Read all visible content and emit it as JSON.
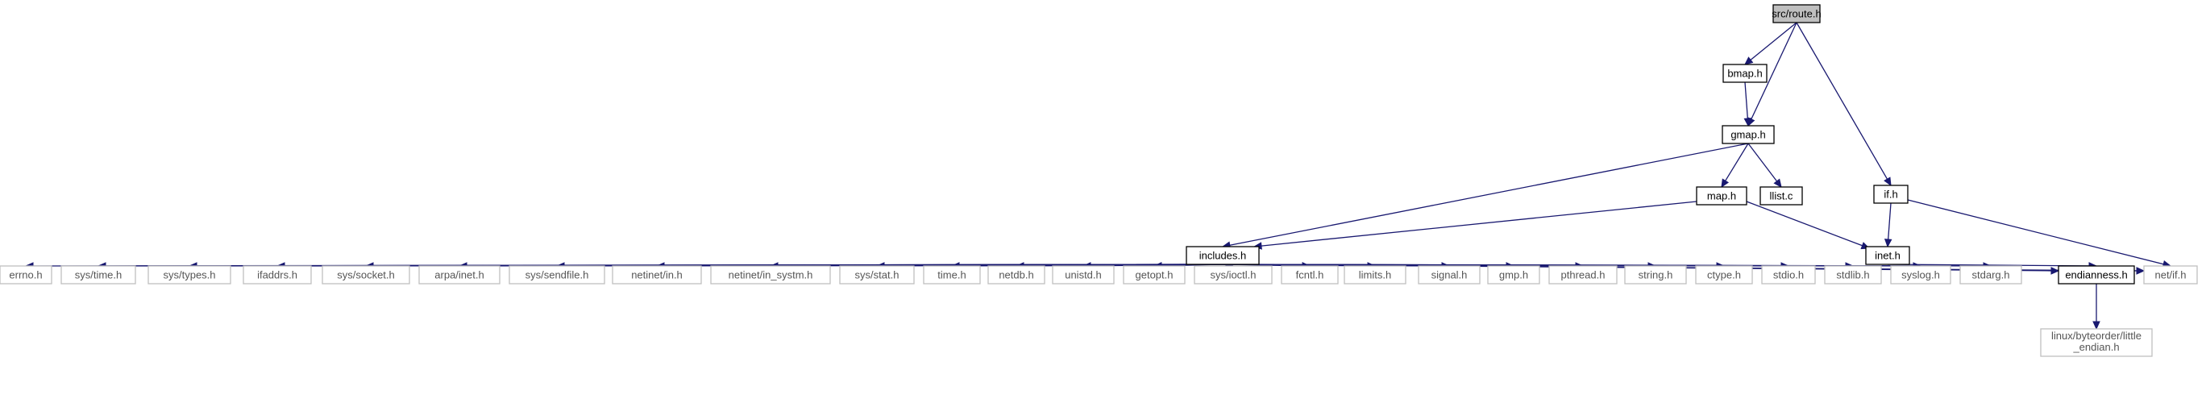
{
  "graph": {
    "edge_color": "#191970",
    "root_fill": "#bfbfbf",
    "nodes": [
      {
        "id": "route_h",
        "label": "src/route.h",
        "kind": "root"
      },
      {
        "id": "bmap_h",
        "label": "bmap.h",
        "kind": "normal"
      },
      {
        "id": "gmap_h",
        "label": "gmap.h",
        "kind": "normal"
      },
      {
        "id": "if_h",
        "label": "if.h",
        "kind": "normal"
      },
      {
        "id": "map_h",
        "label": "map.h",
        "kind": "normal"
      },
      {
        "id": "llist_c",
        "label": "llist.c",
        "kind": "normal"
      },
      {
        "id": "includes_h",
        "label": "includes.h",
        "kind": "normal"
      },
      {
        "id": "inet_h",
        "label": "inet.h",
        "kind": "normal"
      },
      {
        "id": "endianness_h",
        "label": "endianness.h",
        "kind": "normal"
      },
      {
        "id": "errno_h",
        "label": "errno.h",
        "kind": "leaf"
      },
      {
        "id": "sys_time_h",
        "label": "sys/time.h",
        "kind": "leaf"
      },
      {
        "id": "sys_types_h",
        "label": "sys/types.h",
        "kind": "leaf"
      },
      {
        "id": "ifaddrs_h",
        "label": "ifaddrs.h",
        "kind": "leaf"
      },
      {
        "id": "sys_socket_h",
        "label": "sys/socket.h",
        "kind": "leaf"
      },
      {
        "id": "arpa_inet_h",
        "label": "arpa/inet.h",
        "kind": "leaf"
      },
      {
        "id": "sys_sendfile_h",
        "label": "sys/sendfile.h",
        "kind": "leaf"
      },
      {
        "id": "netinet_in_h",
        "label": "netinet/in.h",
        "kind": "leaf"
      },
      {
        "id": "netinet_in_systm_h",
        "label": "netinet/in_systm.h",
        "kind": "leaf"
      },
      {
        "id": "sys_stat_h",
        "label": "sys/stat.h",
        "kind": "leaf"
      },
      {
        "id": "time_h",
        "label": "time.h",
        "kind": "leaf"
      },
      {
        "id": "netdb_h",
        "label": "netdb.h",
        "kind": "leaf"
      },
      {
        "id": "unistd_h",
        "label": "unistd.h",
        "kind": "leaf"
      },
      {
        "id": "getopt_h",
        "label": "getopt.h",
        "kind": "leaf"
      },
      {
        "id": "sys_ioctl_h",
        "label": "sys/ioctl.h",
        "kind": "leaf"
      },
      {
        "id": "fcntl_h",
        "label": "fcntl.h",
        "kind": "leaf"
      },
      {
        "id": "limits_h",
        "label": "limits.h",
        "kind": "leaf"
      },
      {
        "id": "signal_h",
        "label": "signal.h",
        "kind": "leaf"
      },
      {
        "id": "gmp_h",
        "label": "gmp.h",
        "kind": "leaf"
      },
      {
        "id": "pthread_h",
        "label": "pthread.h",
        "kind": "leaf"
      },
      {
        "id": "string_h",
        "label": "string.h",
        "kind": "leaf"
      },
      {
        "id": "ctype_h",
        "label": "ctype.h",
        "kind": "leaf"
      },
      {
        "id": "stdio_h",
        "label": "stdio.h",
        "kind": "leaf"
      },
      {
        "id": "stdlib_h",
        "label": "stdlib.h",
        "kind": "leaf"
      },
      {
        "id": "syslog_h",
        "label": "syslog.h",
        "kind": "leaf"
      },
      {
        "id": "stdarg_h",
        "label": "stdarg.h",
        "kind": "leaf"
      },
      {
        "id": "net_if_h",
        "label": "net/if.h",
        "kind": "leaf"
      },
      {
        "id": "linux_byteorder_h",
        "label": "linux/byteorder/little\n_endian.h",
        "kind": "leaf"
      }
    ],
    "edges": [
      [
        "route_h",
        "bmap_h"
      ],
      [
        "route_h",
        "gmap_h"
      ],
      [
        "route_h",
        "if_h"
      ],
      [
        "bmap_h",
        "gmap_h"
      ],
      [
        "gmap_h",
        "map_h"
      ],
      [
        "gmap_h",
        "llist_c"
      ],
      [
        "gmap_h",
        "includes_h"
      ],
      [
        "map_h",
        "includes_h"
      ],
      [
        "map_h",
        "inet_h"
      ],
      [
        "if_h",
        "inet_h"
      ],
      [
        "if_h",
        "net_if_h"
      ],
      [
        "inet_h",
        "endianness_h"
      ],
      [
        "endianness_h",
        "linux_byteorder_h"
      ],
      [
        "includes_h",
        "errno_h"
      ],
      [
        "includes_h",
        "sys_time_h"
      ],
      [
        "includes_h",
        "sys_types_h"
      ],
      [
        "includes_h",
        "ifaddrs_h"
      ],
      [
        "includes_h",
        "sys_socket_h"
      ],
      [
        "includes_h",
        "arpa_inet_h"
      ],
      [
        "includes_h",
        "sys_sendfile_h"
      ],
      [
        "includes_h",
        "netinet_in_h"
      ],
      [
        "includes_h",
        "netinet_in_systm_h"
      ],
      [
        "includes_h",
        "sys_stat_h"
      ],
      [
        "includes_h",
        "time_h"
      ],
      [
        "includes_h",
        "netdb_h"
      ],
      [
        "includes_h",
        "unistd_h"
      ],
      [
        "includes_h",
        "getopt_h"
      ],
      [
        "includes_h",
        "sys_ioctl_h"
      ],
      [
        "includes_h",
        "fcntl_h"
      ],
      [
        "includes_h",
        "limits_h"
      ],
      [
        "includes_h",
        "signal_h"
      ],
      [
        "includes_h",
        "gmp_h"
      ],
      [
        "includes_h",
        "pthread_h"
      ],
      [
        "includes_h",
        "string_h"
      ],
      [
        "includes_h",
        "ctype_h"
      ],
      [
        "includes_h",
        "stdio_h"
      ],
      [
        "includes_h",
        "stdlib_h"
      ],
      [
        "includes_h",
        "syslog_h"
      ],
      [
        "includes_h",
        "stdarg_h"
      ],
      [
        "includes_h",
        "endianness_h"
      ],
      [
        "includes_h",
        "net_if_h"
      ]
    ]
  }
}
